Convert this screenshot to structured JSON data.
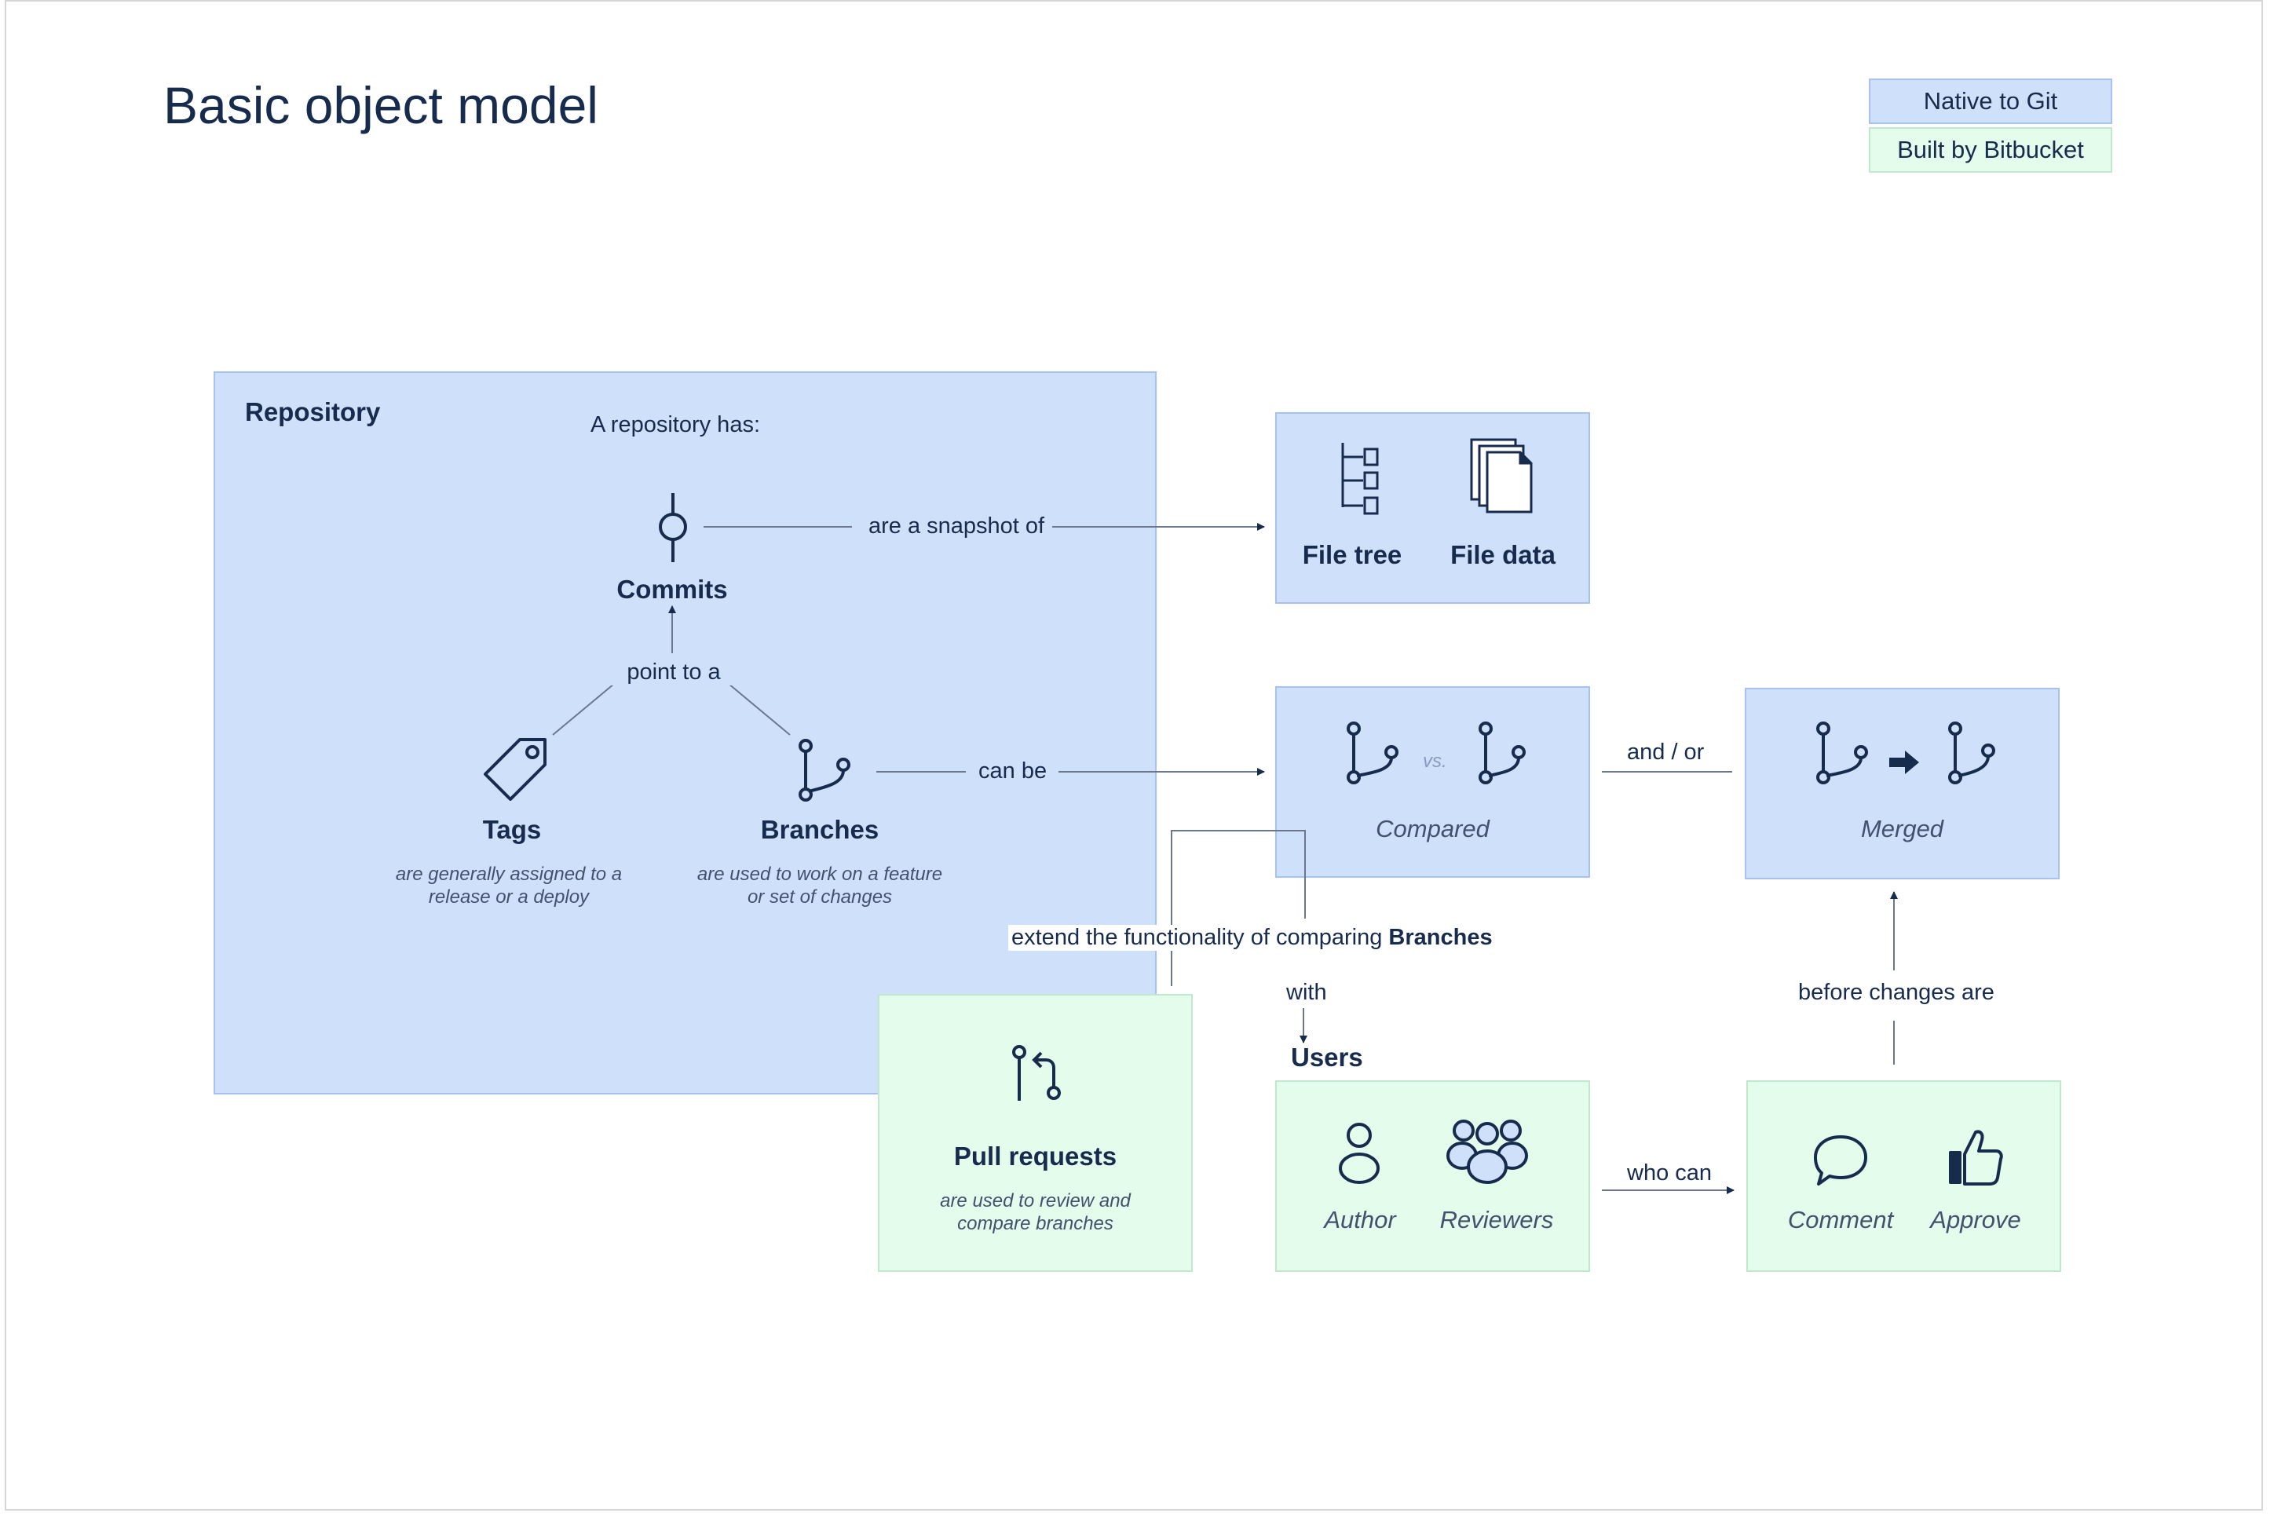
{
  "title": "Basic object model",
  "legend": {
    "native": "Native to Git",
    "bitbucket": "Built by Bitbucket"
  },
  "colors": {
    "native_fill": "#cfe0fb",
    "native_border": "#a7c2ee",
    "bitbucket_fill": "#e3fcec",
    "bitbucket_border": "#bfe8cc",
    "ink": "#172b4d"
  },
  "repository": {
    "label": "Repository",
    "intro": "A repository has:",
    "commits": "Commits",
    "point_to": "point to a",
    "tags": {
      "title": "Tags",
      "desc1": "are generally assigned to a",
      "desc2": "release or a deploy"
    },
    "branches": {
      "title": "Branches",
      "desc1": "are used to work on a feature",
      "desc2": "or set of changes"
    }
  },
  "edges": {
    "snapshot": "are a snapshot of",
    "can_be": "can be",
    "and_or": "and / or",
    "extend": "extend the functionality of comparing ",
    "extend_bold": "Branches",
    "with": "with",
    "who_can": "who can",
    "before": "before changes are"
  },
  "files": {
    "tree": "File tree",
    "data": "File data"
  },
  "compared": {
    "label": "Compared",
    "vs": "vs."
  },
  "merged": {
    "label": "Merged"
  },
  "pull_requests": {
    "title": "Pull requests",
    "desc1": "are used to review and",
    "desc2": "compare branches"
  },
  "users": {
    "label": "Users",
    "author": "Author",
    "reviewers": "Reviewers"
  },
  "actions": {
    "comment": "Comment",
    "approve": "Approve"
  },
  "icons": [
    "commit-icon",
    "tag-icon",
    "branch-icon",
    "file-tree-icon",
    "file-data-icon",
    "compare-icon",
    "merge-arrow-icon",
    "pull-request-icon",
    "author-icon",
    "reviewers-icon",
    "comment-icon",
    "approve-icon"
  ]
}
